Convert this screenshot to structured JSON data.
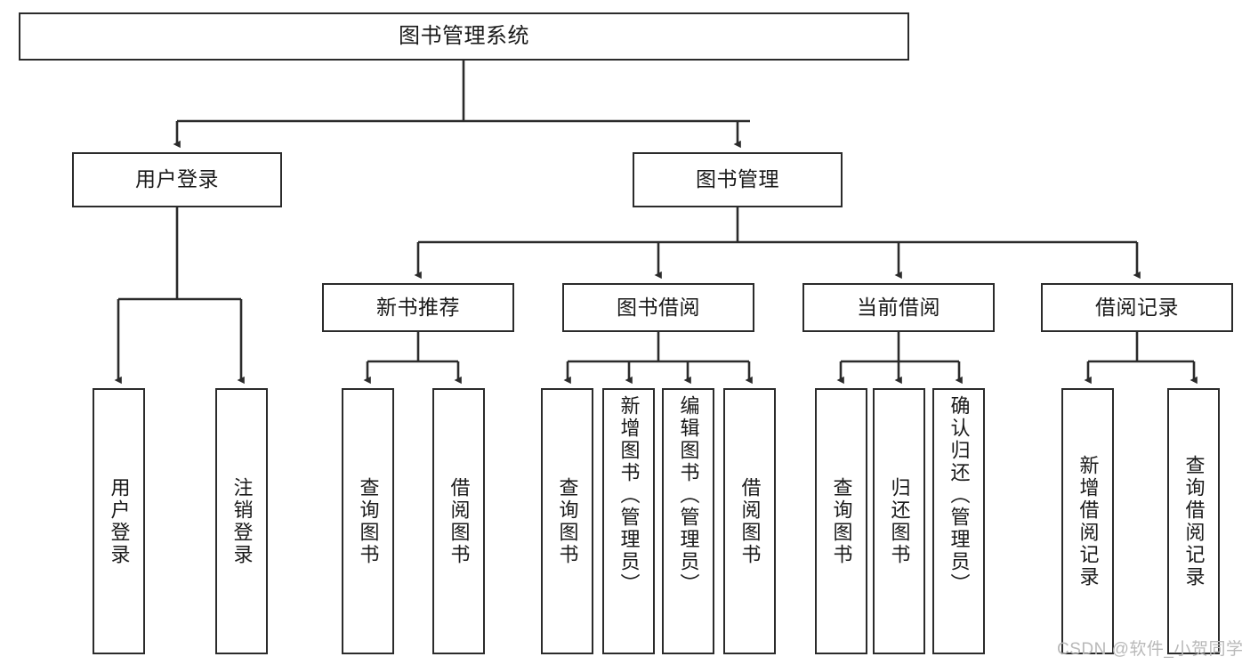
{
  "diagram": {
    "title": "图书管理系统",
    "type": "tree-hierarchy-chart",
    "stroke_color": "#2b2b2b",
    "background_color": "#ffffff",
    "watermark": "CSDN @软件_小贺同学"
  },
  "nodes": {
    "root": {
      "label": "图书管理系统"
    },
    "level2": [
      {
        "label": "用户登录"
      },
      {
        "label": "图书管理"
      }
    ],
    "level3": [
      {
        "label": "新书推荐"
      },
      {
        "label": "图书借阅"
      },
      {
        "label": "当前借阅"
      },
      {
        "label": "借阅记录"
      }
    ],
    "leaves_user_login": [
      {
        "label": "用户登录"
      },
      {
        "label": "注销登录"
      }
    ],
    "leaves_new_book": [
      {
        "label": "查询图书"
      },
      {
        "label": "借阅图书"
      }
    ],
    "leaves_borrow": [
      {
        "label": "查询图书"
      },
      {
        "label": "新增图书（管理员）"
      },
      {
        "label": "编辑图书（管理员）"
      },
      {
        "label": "借阅图书"
      }
    ],
    "leaves_current": [
      {
        "label": "查询图书"
      },
      {
        "label": "归还图书"
      },
      {
        "label": "确认归还（管理员）"
      }
    ],
    "leaves_records": [
      {
        "label": "新增借阅记录"
      },
      {
        "label": "查询借阅记录"
      }
    ]
  }
}
